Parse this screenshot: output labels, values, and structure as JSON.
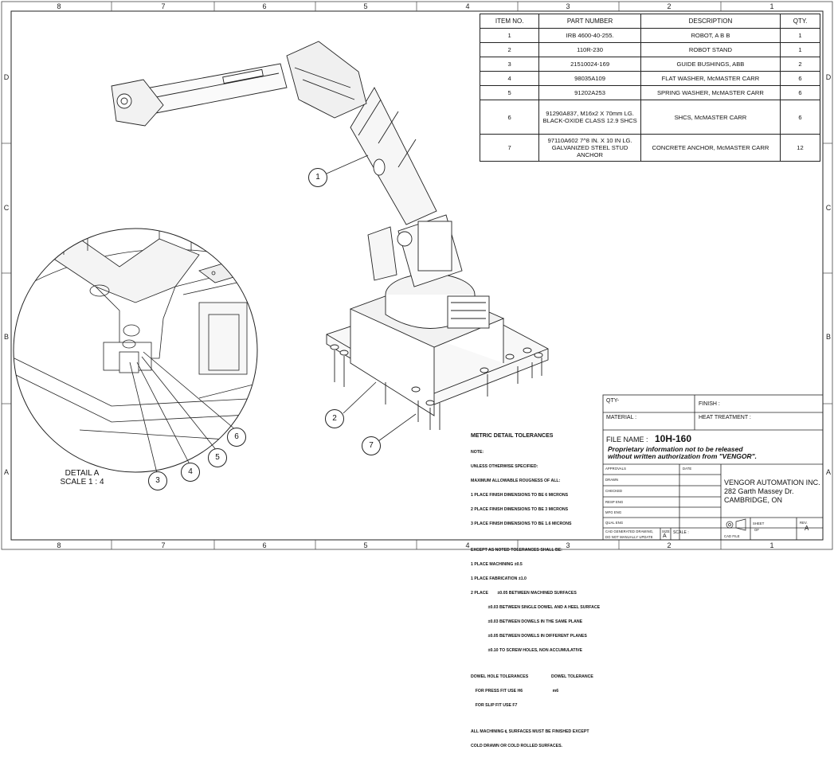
{
  "zones": {
    "columns": [
      "8",
      "7",
      "6",
      "5",
      "4",
      "3",
      "2",
      "1"
    ],
    "rows": [
      "D",
      "C",
      "B",
      "A"
    ]
  },
  "bom": {
    "headers": [
      "ITEM NO.",
      "PART NUMBER",
      "DESCRIPTION",
      "QTY."
    ],
    "rows": [
      {
        "item": "1",
        "part": "IRB 4600-40-255.",
        "desc": "ROBOT, A B B",
        "qty": "1"
      },
      {
        "item": "2",
        "part": "110R-230",
        "desc": "ROBOT STAND",
        "qty": "1"
      },
      {
        "item": "3",
        "part": "21510024-169",
        "desc": "GUIDE BUSHINGS, ABB",
        "qty": "2"
      },
      {
        "item": "4",
        "part": "98035A109",
        "desc": "FLAT WASHER, McMASTER CARR",
        "qty": "6"
      },
      {
        "item": "5",
        "part": "91202A253",
        "desc": "SPRING WASHER, McMASTER CARR",
        "qty": "6"
      },
      {
        "item": "6",
        "part": "91290A837, M16x2 X 70mm LG. BLACK-OXIDE CLASS 12.9 SHCS",
        "desc": "SHCS, McMASTER CARR",
        "qty": "6"
      },
      {
        "item": "7",
        "part": "97110A602 7^8 IN. X 10 IN LG. GALVANIZED STEEL STUD ANCHOR",
        "desc": "CONCRETE ANCHOR, McMASTER CARR",
        "qty": "12"
      }
    ]
  },
  "balloons": {
    "b1": "1",
    "b2": "2",
    "b3": "3",
    "b4": "4",
    "b5": "5",
    "b6": "6",
    "b7": "7"
  },
  "detail": {
    "title": "DETAIL A",
    "scale": "SCALE 1 : 4"
  },
  "tolerances": {
    "title": "METRIC DETAIL TOLERANCES",
    "lines": [
      "NOTE:",
      "UNLESS OTHERWISE SPECIFIED:",
      "MAXIMUM ALLOWABLE ROUGNESS OF ALL:",
      "1 PLACE FINISH DIMENSIONS TO BE 6 MICRONS",
      "2 PLACE FINISH DIMENSIONS TO BE 3 MICRONS",
      "3 PLACE FINISH DIMENSIONS TO BE 1.6 MICRONS",
      "",
      "EXCEPT AS NOTED TOLERANCES SHALL BE:",
      "1 PLACE MACHINING ±0.5",
      "1 PLACE FABRICATION ±1.0",
      "2 PLACE        ±0.05 BETWEEN MACHINED SURFACES",
      "               ±0.03 BETWEEN SINGLE DOWEL AND A HEEL SURFACE",
      "               ±0.03 BETWEEN DOWELS IN THE SAME PLANE",
      "               ±0.05 BETWEEN DOWELS IN DIFFERENT PLANES",
      "               ±0.10 TO SCREW HOLES, NON ACCUMULATIVE",
      "",
      "DOWEL HOLE TOLERANCES                    DOWEL TOLERANCE",
      "    FOR PRESS FIT USE H6                          m6",
      "    FOR SLIP FIT USE F7",
      "",
      "ALL MACHINING ℄ SURFACES MUST BE FINISHED EXCEPT",
      "COLD DRAWN OR COLD ROLLED SURFACES."
    ]
  },
  "title_block": {
    "qty": "QTY-",
    "finish": "FINISH :",
    "material": "MATERIAL :",
    "heat": "HEAT TREATMENT :",
    "file_label": "FILE NAME :",
    "file_name": "10H-160",
    "prop1": "Proprietary information not to be released",
    "prop2": "without written authorization from \"VENGOR\".",
    "approvals": "APPROVALS",
    "date": "DATE",
    "drawn": "DRAWN",
    "checked": "CHECKED",
    "resp_eng": "RESP ENG",
    "mfg_eng": "MFG ENG",
    "qual_eng": "QUAL ENG",
    "cad_gen": "CAD GENERATED DRAWING,",
    "cad_manual": "DO NOT MANUALLY UPDATE",
    "size_label": "SIZE",
    "size": "A",
    "scale_label": "SCALE :",
    "company": "VENGOR AUTOMATION INC.",
    "address1": "282 Garth Massey Dr.",
    "address2": "CAMBRIDGE, ON",
    "sheet_label": "SHEET",
    "sheet_of": "OF",
    "rev_label": "REV.",
    "rev": "A",
    "cad_file": "CAD FILE"
  }
}
